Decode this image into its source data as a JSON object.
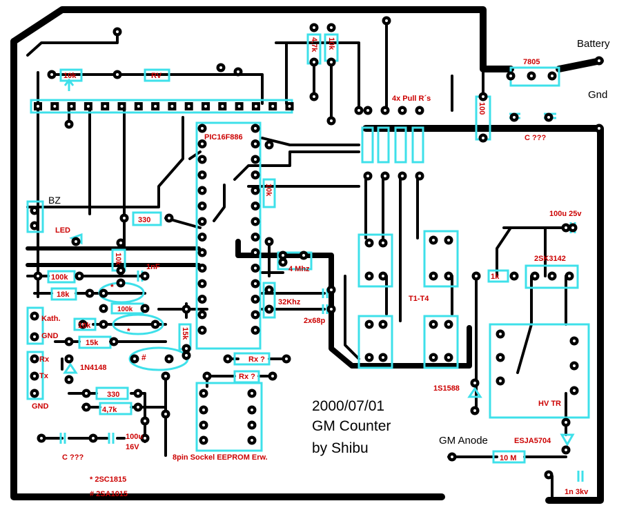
{
  "labels": {
    "battery": "Battery",
    "gnd_top": "Gnd",
    "reg_7805": "7805",
    "pullups": "4x Pull R´s",
    "cap_q_right": "C ???",
    "r_4k7": "4,7k",
    "r_10k_top": "10k",
    "r_10k_pot": "10k",
    "rv": "RV",
    "pic": "PIC16F886",
    "r_10k_mid": "10k",
    "r_100": "100",
    "bz": "BZ",
    "r_330_a": "330",
    "led": "LED",
    "cap_100u25": "100u 25v",
    "sk3142": "2SK3142",
    "r_10k_v": "10k",
    "cap_1nf": "1nF",
    "r_100k_a": "100k",
    "r_18k": "18k",
    "r_100k_b": "100k",
    "xtal_4m": "4 Mhz",
    "r_1k": "1k",
    "t1t4": "T1-T4",
    "xtal_32k": "32Khz",
    "cap_2x68p": "2x68p",
    "kath": "Kath.",
    "gnd_a": "GND",
    "r_10k_b": "10k",
    "star1": "*",
    "star2": "*",
    "r_15k_v": "15k",
    "r_15k_h": "15k",
    "rx_a": "Rx",
    "tx": "Tx",
    "hash": "#",
    "rx_q1": "Rx ?",
    "rx_q2": "Rx ?",
    "d_1n4148": "1N4148",
    "d_1s1588": "1S1588",
    "hv_tr": "HV TR",
    "r_330_b": "330",
    "gnd_b": "GND",
    "r_4k7_b": "4,7k",
    "cap_100u16_a": "100u",
    "cap_100u16_b": "16V",
    "cap_q_left": "C ???",
    "eeprom": "8pin Sockel EEPROM Erw.",
    "date": "2000/07/01",
    "title": "GM Counter",
    "author": "by Shibu",
    "gm_anode": "GM Anode",
    "esja": "ESJA5704",
    "r_10m": "10 M",
    "cap_1n3kv": "1n 3kv",
    "note1": "* 2SC1815",
    "note2": "# 2SA1015"
  },
  "colors": {
    "copper": "#000000",
    "component_outline": "#3ee0ea",
    "label_red": "#cc0000",
    "background": "#ffffff"
  }
}
